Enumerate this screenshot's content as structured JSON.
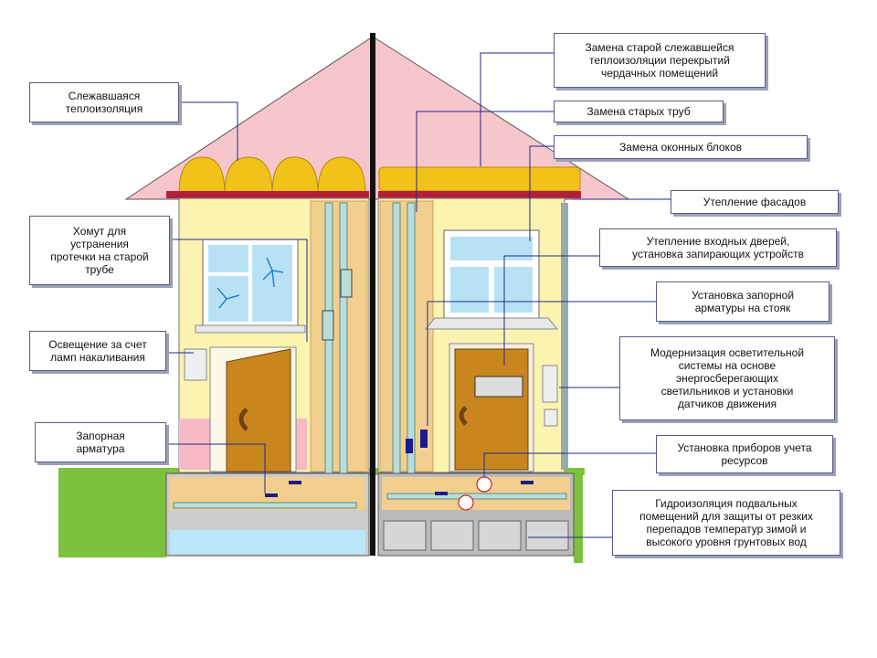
{
  "colors": {
    "roof": "#f7c6cc",
    "wall": "#fbf3b0",
    "wall_pink": "#f7b9c6",
    "brick": "#f2cf8e",
    "door": "#c9861f",
    "pipe": "#b9ddd8",
    "callout_line": "#1f2a8a",
    "ground": "#7dc23c"
  },
  "labels": {
    "l1": "Слежавшаяся\nтеплоизоляция",
    "l2": "Хомут для\nустранения\nпротечки на старой\nтрубе",
    "l3": "Освещение за счет\nламп накаливания",
    "l4": "Запорная\nарматура",
    "r1": "Замена старой слежавшейся\nтеплоизоляции перекрытий\nчердачных помещений",
    "r2": "Замена старых труб",
    "r3": "Замена оконных блоков",
    "r4": "Утепление фасадов",
    "r5": "Утепление входных дверей,\nустановка запирающих устройств",
    "r6": "Установка запорной\nарматуры на стояк",
    "r7": "Модернизация осветительной\nсистемы на основе\nэнергосберегающих\nсветильников и установки\nдатчиков движения",
    "r8": "Установка приборов учета\nресурсов",
    "r9": "Гидроизоляция подвальных\nпомещений для защиты от резких\nперепадов температур зимой и\nвысокого уровня грунтовых вод"
  }
}
